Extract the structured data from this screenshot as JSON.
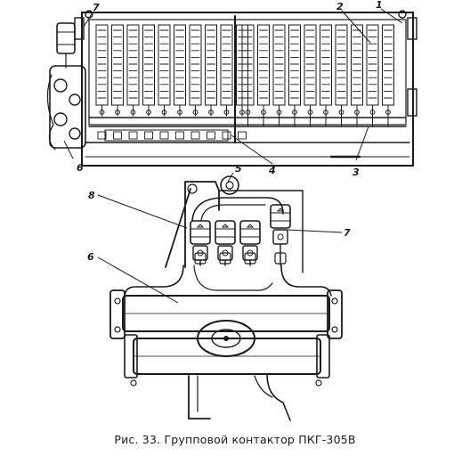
{
  "figure": {
    "caption": "Рис. 33. Групповой контактор ПКГ-305В",
    "top_view_labels": [
      "7",
      "2",
      "1",
      "6",
      "4",
      "3"
    ],
    "front_view_labels": [
      "5",
      "8",
      "7",
      "6"
    ]
  },
  "colors": {
    "ink": "#1a1a1a",
    "paper": "#ffffff"
  }
}
